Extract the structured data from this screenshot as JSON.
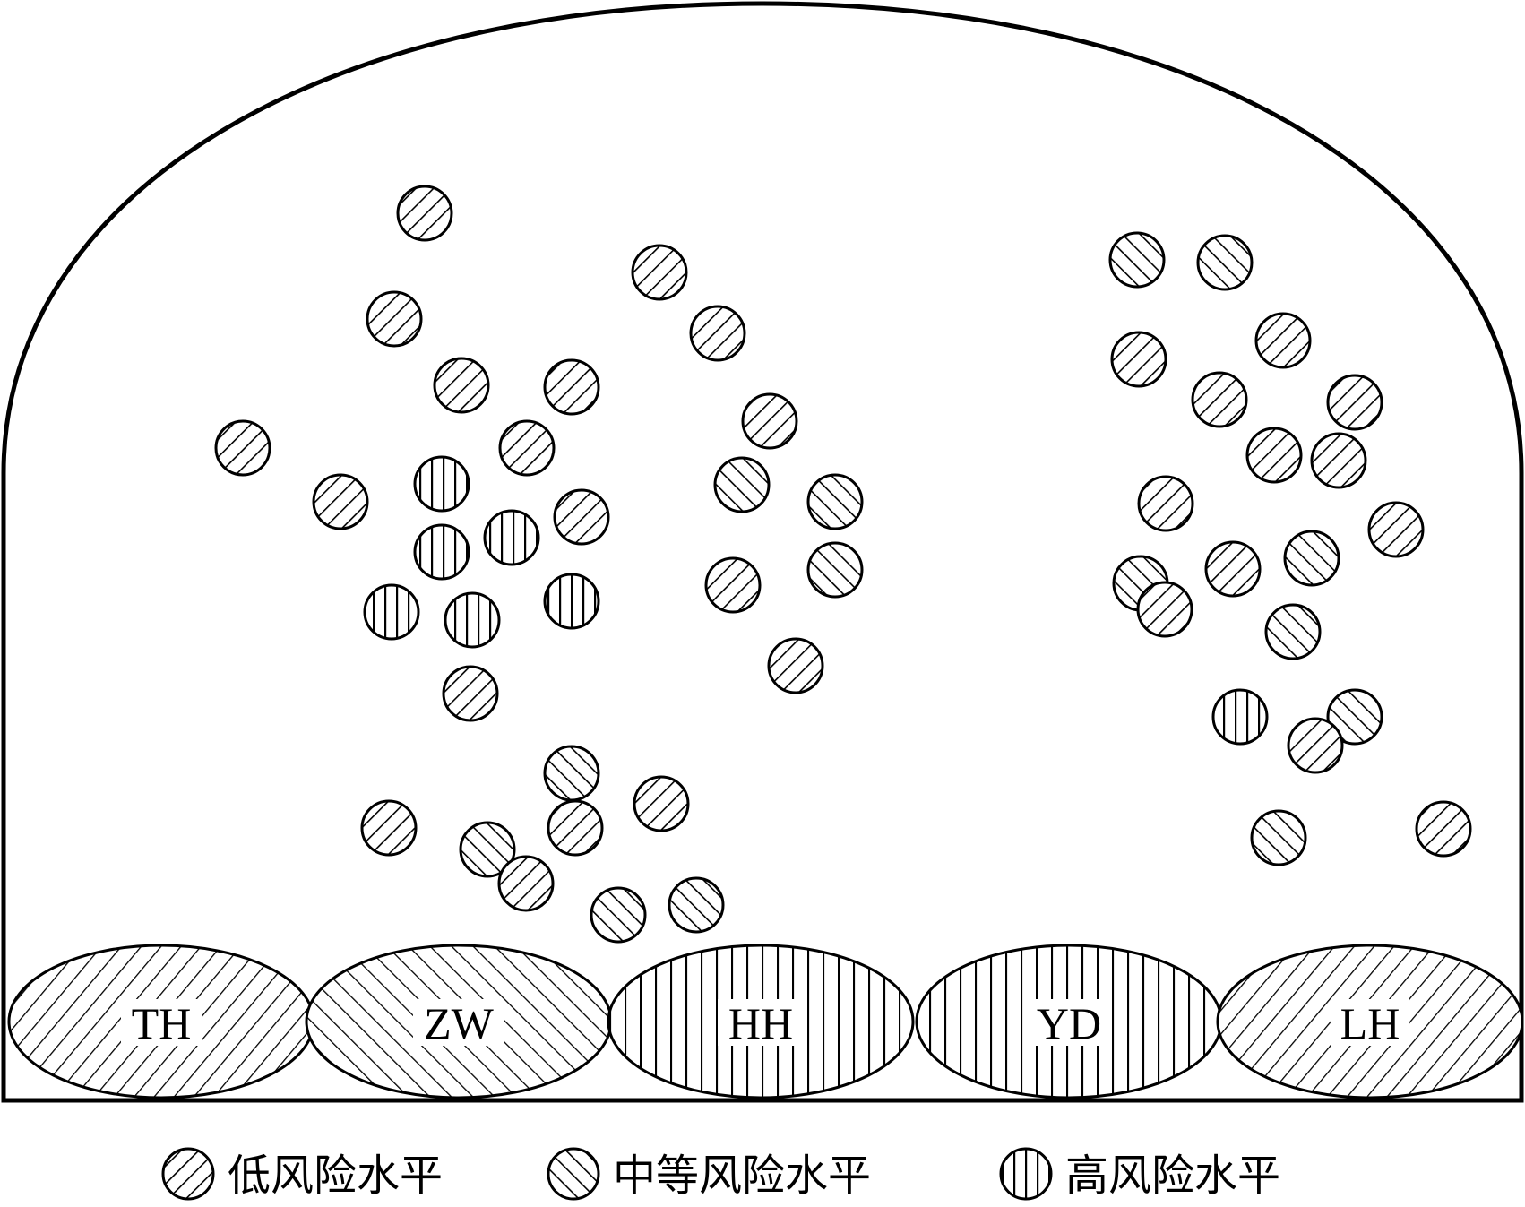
{
  "zones": [
    {
      "id": "TH",
      "label": "TH",
      "pattern": "low"
    },
    {
      "id": "ZW",
      "label": "ZW",
      "pattern": "medium"
    },
    {
      "id": "HH",
      "label": "HH",
      "pattern": "high"
    },
    {
      "id": "YD",
      "label": "YD",
      "pattern": "high"
    },
    {
      "id": "LH",
      "label": "LH",
      "pattern": "low"
    }
  ],
  "legend": {
    "low": "低风险水平",
    "medium": "中等风险水平",
    "high": "高风险水平"
  },
  "particles": [
    {
      "risk": "low"
    },
    {
      "risk": "low"
    },
    {
      "risk": "low"
    },
    {
      "risk": "low"
    },
    {
      "risk": "low"
    },
    {
      "risk": "low"
    },
    {
      "risk": "low"
    },
    {
      "risk": "low"
    },
    {
      "risk": "low"
    },
    {
      "risk": "low"
    },
    {
      "risk": "high"
    },
    {
      "risk": "high"
    },
    {
      "risk": "high"
    },
    {
      "risk": "high"
    },
    {
      "risk": "high"
    },
    {
      "risk": "high"
    },
    {
      "risk": "low"
    },
    {
      "risk": "low"
    },
    {
      "risk": "low"
    },
    {
      "risk": "medium"
    },
    {
      "risk": "medium"
    },
    {
      "risk": "medium"
    },
    {
      "risk": "low"
    },
    {
      "risk": "low"
    },
    {
      "risk": "medium"
    },
    {
      "risk": "low"
    },
    {
      "risk": "low"
    },
    {
      "risk": "medium"
    },
    {
      "risk": "low"
    },
    {
      "risk": "medium"
    },
    {
      "risk": "medium"
    },
    {
      "risk": "medium"
    },
    {
      "risk": "medium"
    },
    {
      "risk": "low"
    },
    {
      "risk": "low"
    },
    {
      "risk": "low"
    },
    {
      "risk": "low"
    },
    {
      "risk": "low"
    },
    {
      "risk": "low"
    },
    {
      "risk": "low"
    },
    {
      "risk": "low"
    },
    {
      "risk": "medium"
    },
    {
      "risk": "low"
    },
    {
      "risk": "medium"
    },
    {
      "risk": "medium"
    },
    {
      "risk": "medium"
    },
    {
      "risk": "medium"
    },
    {
      "risk": "high"
    },
    {
      "risk": "low"
    },
    {
      "risk": "low"
    },
    {
      "risk": "low"
    }
  ]
}
